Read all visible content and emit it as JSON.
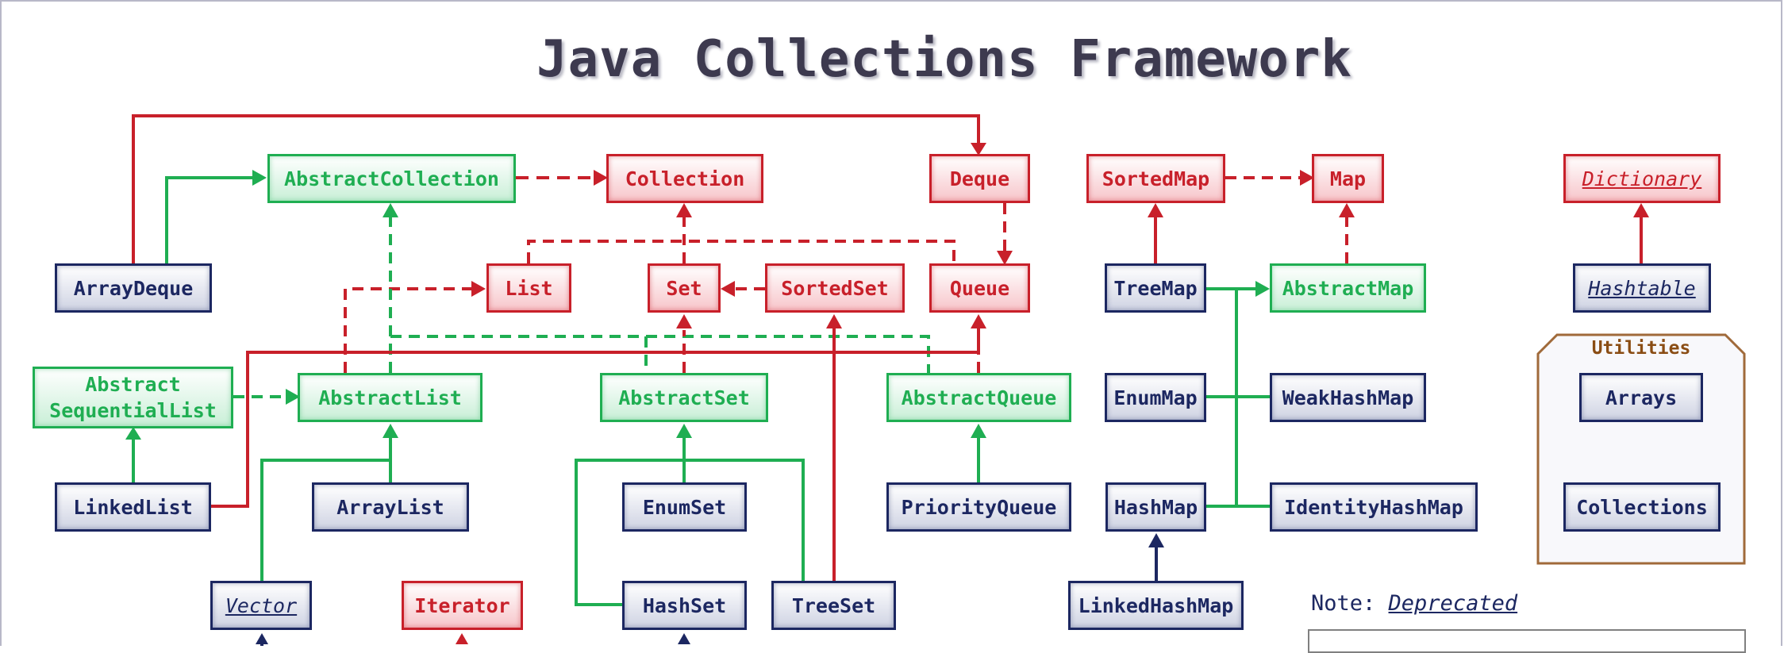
{
  "title": "Java Collections Framework",
  "colors": {
    "interface": "#c8202a",
    "abstract": "#1fae52",
    "concrete": "#1c2761",
    "utilities_border": "#a06a3a"
  },
  "nodes": {
    "arraydeque": "ArrayDeque",
    "abstractcollection": "AbstractCollection",
    "collection": "Collection",
    "deque": "Deque",
    "sortedmap": "SortedMap",
    "map": "Map",
    "dictionary": "Dictionary",
    "list": "List",
    "set": "Set",
    "sortedset": "SortedSet",
    "queue": "Queue",
    "treemap": "TreeMap",
    "abstractmap": "AbstractMap",
    "hashtable": "Hashtable",
    "abstractsequentiallist_line1": "Abstract",
    "abstractsequentiallist_line2": "SequentialList",
    "abstractlist": "AbstractList",
    "abstractset": "AbstractSet",
    "abstractqueue": "AbstractQueue",
    "enummap": "EnumMap",
    "weakhashmap": "WeakHashMap",
    "linkedlist": "LinkedList",
    "arraylist": "ArrayList",
    "enumset": "EnumSet",
    "priorityqueue": "PriorityQueue",
    "hashmap": "HashMap",
    "identityhashmap": "IdentityHashMap",
    "vector": "Vector",
    "iterator": "Iterator",
    "hashset": "HashSet",
    "treeset": "TreeSet",
    "linkedhashmap": "LinkedHashMap"
  },
  "utilities": {
    "label": "Utilities",
    "items": [
      "Arrays",
      "Collections"
    ]
  },
  "note": {
    "label": "Note:",
    "deprecated": "Deprecated"
  }
}
